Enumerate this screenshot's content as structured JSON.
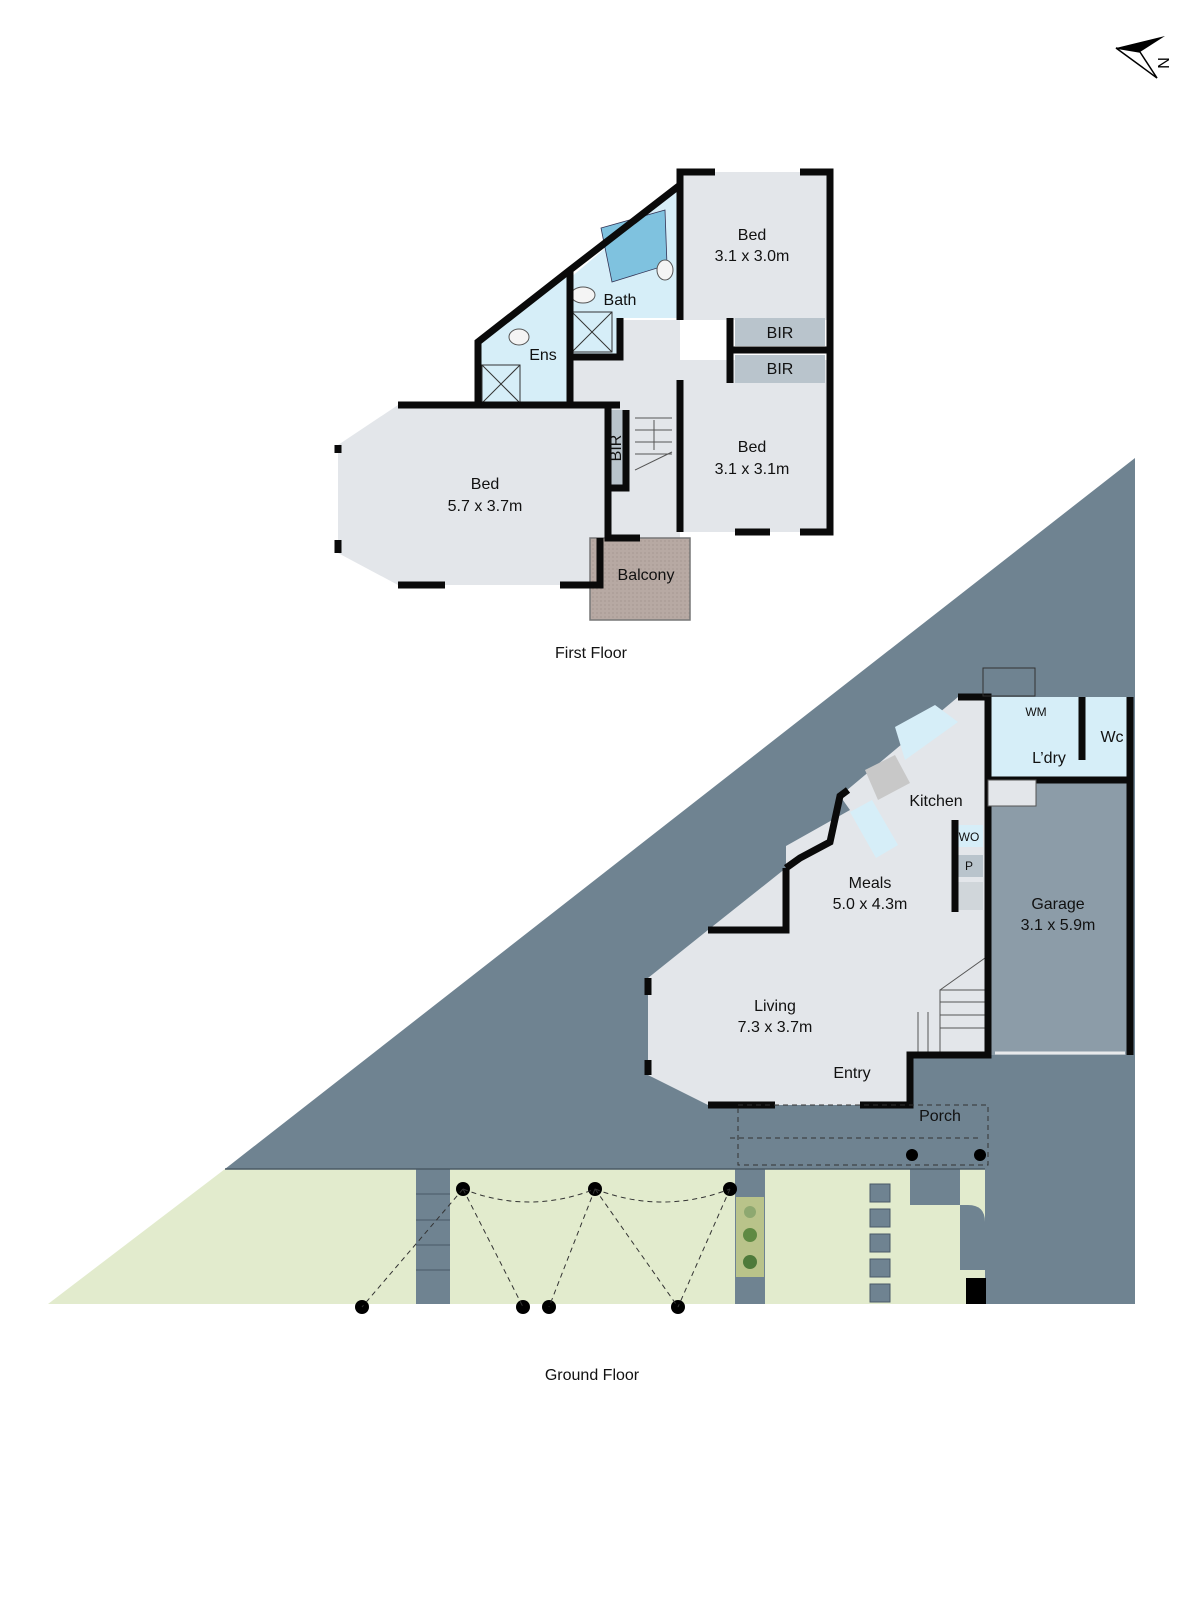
{
  "compass": {
    "icon": "north-arrow-icon",
    "label": "N"
  },
  "colors": {
    "room_floor": "#e3e6ea",
    "wet_area": "#d6eef8",
    "bir": "#b9c4cc",
    "balcony": "#b7a9a3",
    "exterior": "#6f8391",
    "garage": "#8c9ca8",
    "lawn": "#e2ebcd",
    "wall": "#0a0a0a",
    "bath_tub": "#7fc2df"
  },
  "first_floor": {
    "caption": "First Floor",
    "rooms": [
      {
        "name": "Bed",
        "size": "3.1 x 3.0m"
      },
      {
        "name": "Bath",
        "size": ""
      },
      {
        "name": "Ens",
        "size": ""
      },
      {
        "name": "BIR",
        "size": ""
      },
      {
        "name": "BIR",
        "size": ""
      },
      {
        "name": "Bed",
        "size": "3.1 x 3.1m"
      },
      {
        "name": "BIR",
        "size": ""
      },
      {
        "name": "Bed",
        "size": "5.7 x 3.7m"
      },
      {
        "name": "Balcony",
        "size": ""
      }
    ]
  },
  "ground_floor": {
    "caption": "Ground Floor",
    "rooms": [
      {
        "name": "WM",
        "size": ""
      },
      {
        "name": "L’dry",
        "size": ""
      },
      {
        "name": "Wc",
        "size": ""
      },
      {
        "name": "Kitchen",
        "size": ""
      },
      {
        "name": "WO",
        "size": ""
      },
      {
        "name": "P",
        "size": ""
      },
      {
        "name": "Meals",
        "size": "5.0 x 4.3m"
      },
      {
        "name": "Garage",
        "size": "3.1 x 5.9m"
      },
      {
        "name": "Living",
        "size": "7.3 x 3.7m"
      },
      {
        "name": "Entry",
        "size": ""
      },
      {
        "name": "Porch",
        "size": ""
      }
    ]
  }
}
